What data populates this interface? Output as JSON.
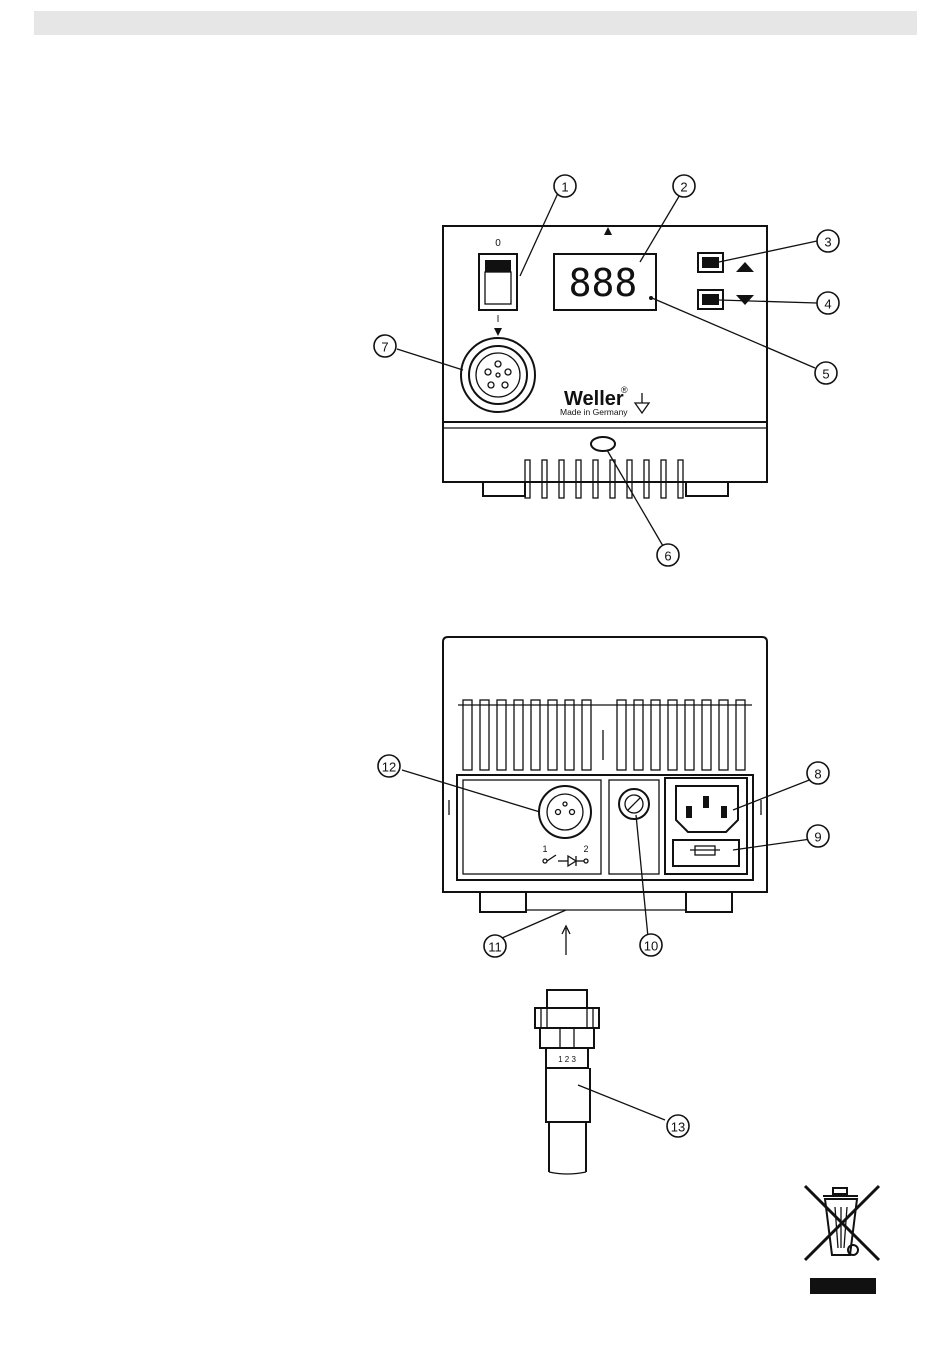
{
  "front": {
    "switch_off_label": "0",
    "switch_on_label": "I",
    "display_digits": "888",
    "brand": "Weller",
    "brand_mark": "®",
    "made_in": "Made in Germany"
  },
  "rear": {
    "socket_pin_labels": [
      "1",
      "2"
    ],
    "plug_pin_labels": "1 2 3"
  },
  "callouts": [
    {
      "id": "c1",
      "number": "1"
    },
    {
      "id": "c2",
      "number": "2"
    },
    {
      "id": "c3",
      "number": "3"
    },
    {
      "id": "c4",
      "number": "4"
    },
    {
      "id": "c5",
      "number": "5"
    },
    {
      "id": "c6",
      "number": "6"
    },
    {
      "id": "c7",
      "number": "7"
    },
    {
      "id": "c8",
      "number": "8"
    },
    {
      "id": "c9",
      "number": "9"
    },
    {
      "id": "c10",
      "number": "10"
    },
    {
      "id": "c11",
      "number": "11"
    },
    {
      "id": "c12",
      "number": "12"
    },
    {
      "id": "c13",
      "number": "13"
    }
  ]
}
